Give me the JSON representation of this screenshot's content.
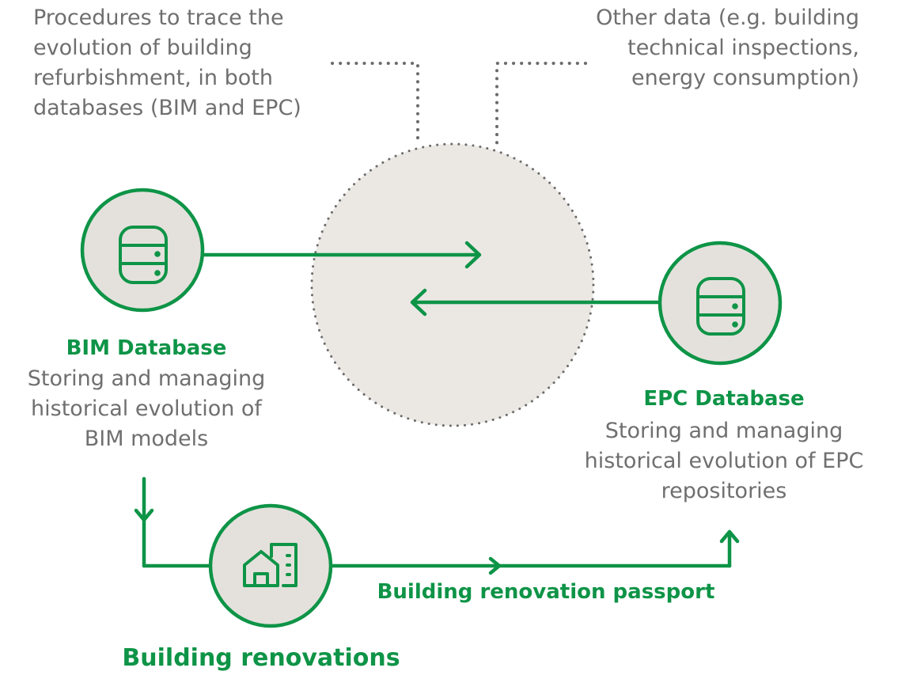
{
  "diagram": {
    "notes": {
      "procedures_lines": [
        "Procedures to trace the",
        "evolution of building",
        "refurbishment, in both",
        "databases (BIM and EPC)"
      ],
      "other_data_lines": [
        "Other data (e.g. building",
        "technical inspections,",
        "energy consumption)"
      ]
    },
    "bim": {
      "icon": "database-icon",
      "title": "BIM Database",
      "description_lines": [
        "Storing and managing",
        "historical evolution of",
        "BIM models"
      ]
    },
    "epc": {
      "icon": "database-icon",
      "title": "EPC Database",
      "description_lines": [
        "Storing and managing",
        "historical evolution of EPC",
        "repositories"
      ]
    },
    "renovations": {
      "icon": "building-icon",
      "title": "Building renovations"
    },
    "passport": {
      "label": "Building renovation passport"
    }
  },
  "colors": {
    "accent_green": "#0e9447",
    "node_fill": "#e4e1dc",
    "hub_fill": "#ebe8e4",
    "dotted_line": "#6b6b6b",
    "text_gray": "#6f6f6f"
  }
}
